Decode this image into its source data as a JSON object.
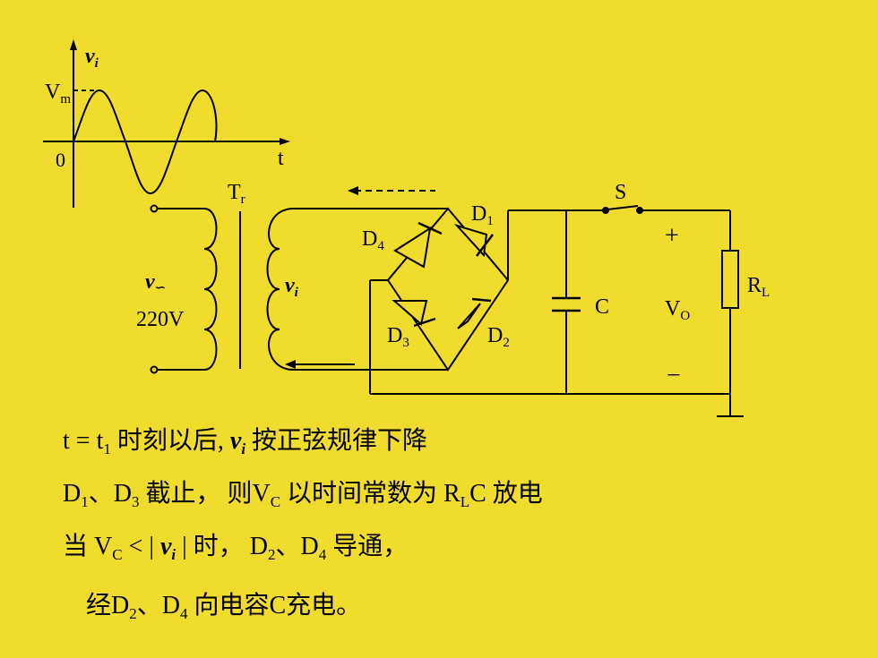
{
  "graph": {
    "y_label_main": "v",
    "y_label_sub": "i",
    "peak_main": "V",
    "peak_sub": "m",
    "origin": "0",
    "x_label": "t"
  },
  "circuit": {
    "transformer_main": "T",
    "transformer_sub": "r",
    "primary_voltage_main": "v",
    "primary_voltage_sub": "∽",
    "primary_value": "220V",
    "secondary_main": "v",
    "secondary_sub": "i",
    "d1_main": "D",
    "d1_sub": "1",
    "d2_main": "D",
    "d2_sub": "2",
    "d3_main": "D",
    "d3_sub": "3",
    "d4_main": "D",
    "d4_sub": "4",
    "capacitor": "C",
    "switch": "S",
    "plus": "+",
    "minus": "−",
    "vo_main": "V",
    "vo_sub": "O",
    "load_main": "R",
    "load_sub": "L"
  },
  "text": {
    "line1": {
      "a": "t = t",
      "a_sub": "1",
      "b": " 时刻以后, ",
      "v": "v",
      "v_sub": "i",
      "c": " 按正弦规律下降"
    },
    "line2": {
      "a": "D",
      "a_sub": "1",
      "b": "、D",
      "b_sub": "3",
      "c": " 截止，   则V",
      "c_sub": "C",
      "d": " 以时间常数为 R",
      "d_sub": "L",
      "e": "C 放电"
    },
    "line3": {
      "a": "当 V",
      "a_sub": "C",
      "b": " < | ",
      "v": "v",
      "v_sub": "i",
      "c": " | 时，    D",
      "c_sub": "2",
      "d": "、D",
      "d_sub": "4",
      "e": " 导通，"
    },
    "line4": {
      "a": "经D",
      "a_sub": "2",
      "b": "、D",
      "b_sub": "4",
      "c": " 向电容C充电。"
    }
  }
}
